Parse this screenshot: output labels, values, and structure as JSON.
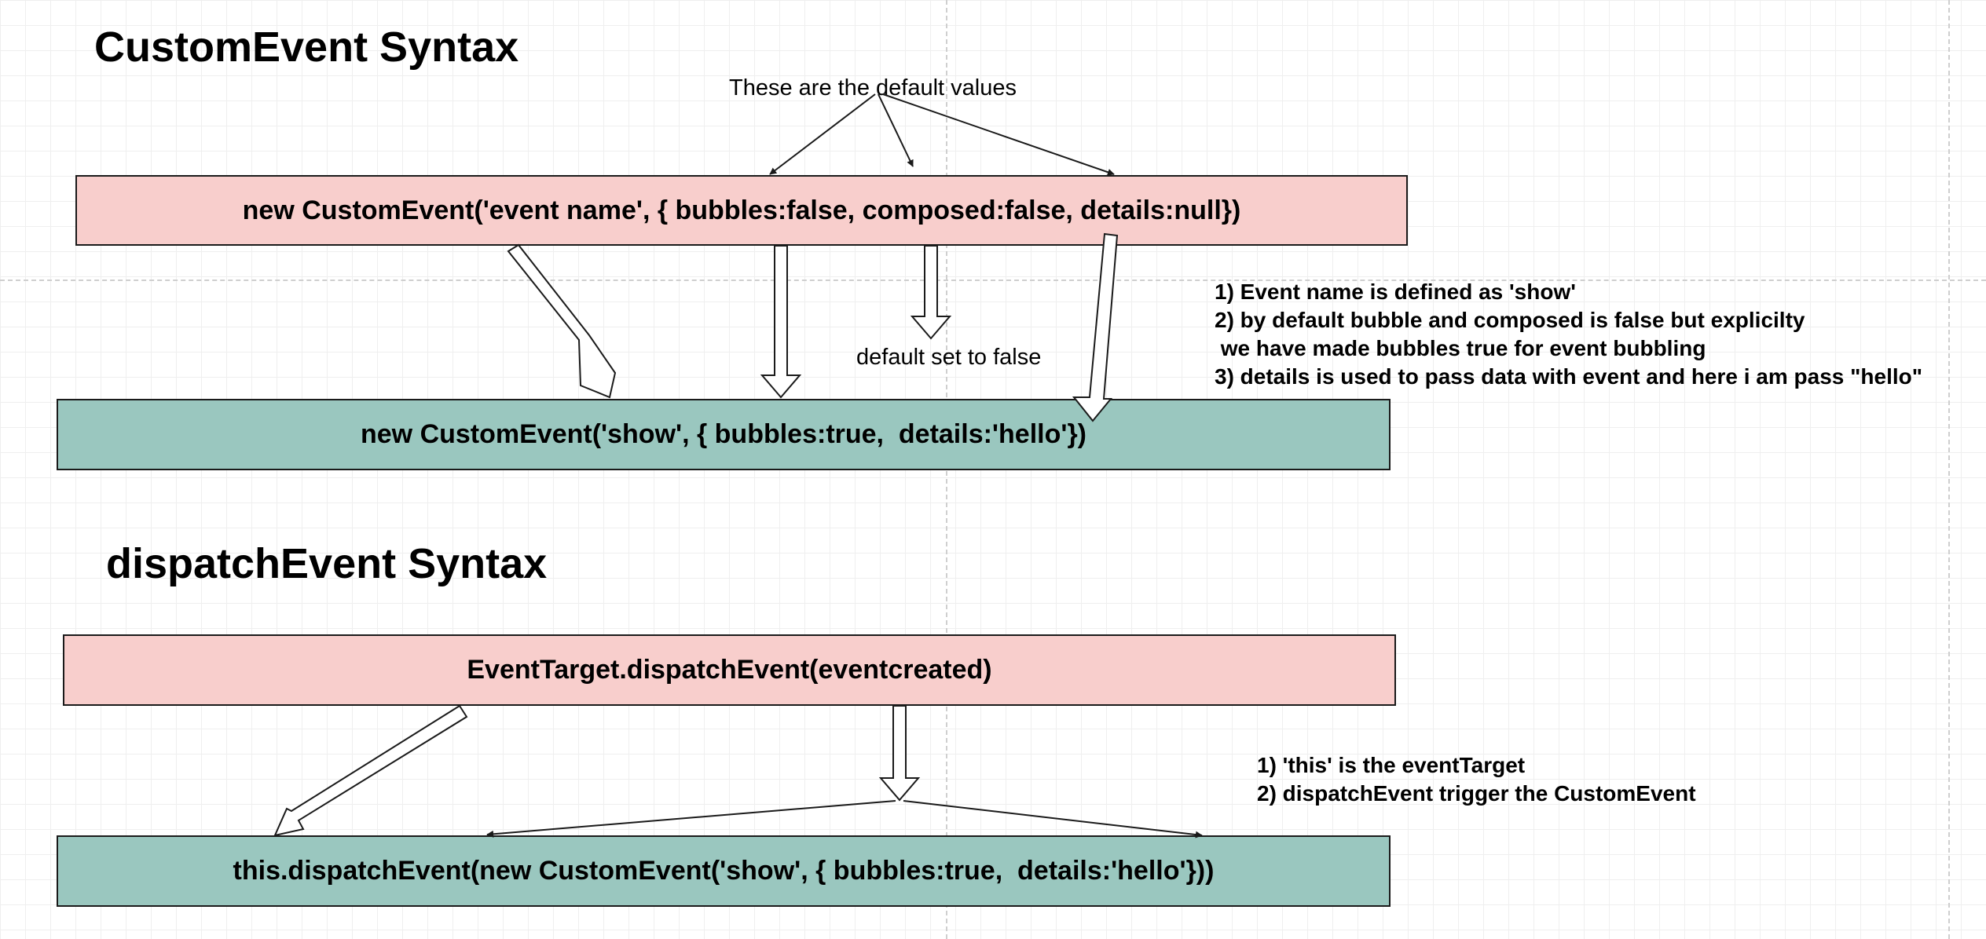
{
  "sections": {
    "custom_event_heading": "CustomEvent Syntax",
    "dispatch_event_heading": "dispatchEvent Syntax"
  },
  "labels": {
    "default_values": "These are the default values",
    "default_false": "default set to false"
  },
  "boxes": {
    "custom_event_generic": "new CustomEvent('event name', { bubbles:false, composed:false, details:null})",
    "custom_event_example": "new CustomEvent('show', { bubbles:true,  details:'hello'})",
    "dispatch_generic": "EventTarget.dispatchEvent(eventcreated)",
    "dispatch_example": "this.dispatchEvent(new CustomEvent('show', { bubbles:true,  details:'hello'}))"
  },
  "notes": {
    "custom_event": [
      "1) Event name is defined as 'show'",
      "2) by default bubble and composed is false but explicilty",
      " we have made bubbles true for event bubbling",
      "3) details is used to pass data with event and here i am pass \"hello\""
    ],
    "dispatch_event": [
      "1) 'this' is the eventTarget",
      "2) dispatchEvent trigger the CustomEvent"
    ]
  },
  "colors": {
    "pink_box": "#f8cecc",
    "teal_box": "#9ac7bf",
    "stroke": "#1a1a1a"
  }
}
